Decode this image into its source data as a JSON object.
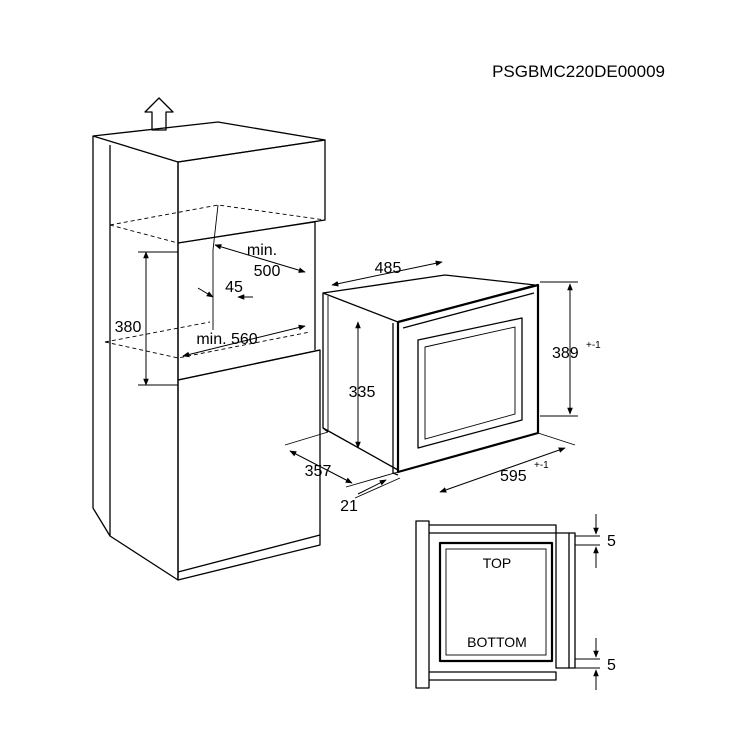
{
  "document_code": "PSGBMC220DE00009",
  "cabinet_dimensions": {
    "height": "380",
    "depth_min_label": "min.",
    "depth_min": "500",
    "width_min": "min. 560",
    "inset": "45"
  },
  "oven_dimensions": {
    "depth_top": "485",
    "body_height": "335",
    "body_depth": "357",
    "front_height": "389",
    "front_height_tolerance": "+-1",
    "front_width": "595",
    "front_width_tolerance": "+-1",
    "front_thickness": "21"
  },
  "detail_view": {
    "top_label": "TOP",
    "bottom_label": "BOTTOM",
    "top_gap": "5",
    "bottom_gap": "5"
  }
}
